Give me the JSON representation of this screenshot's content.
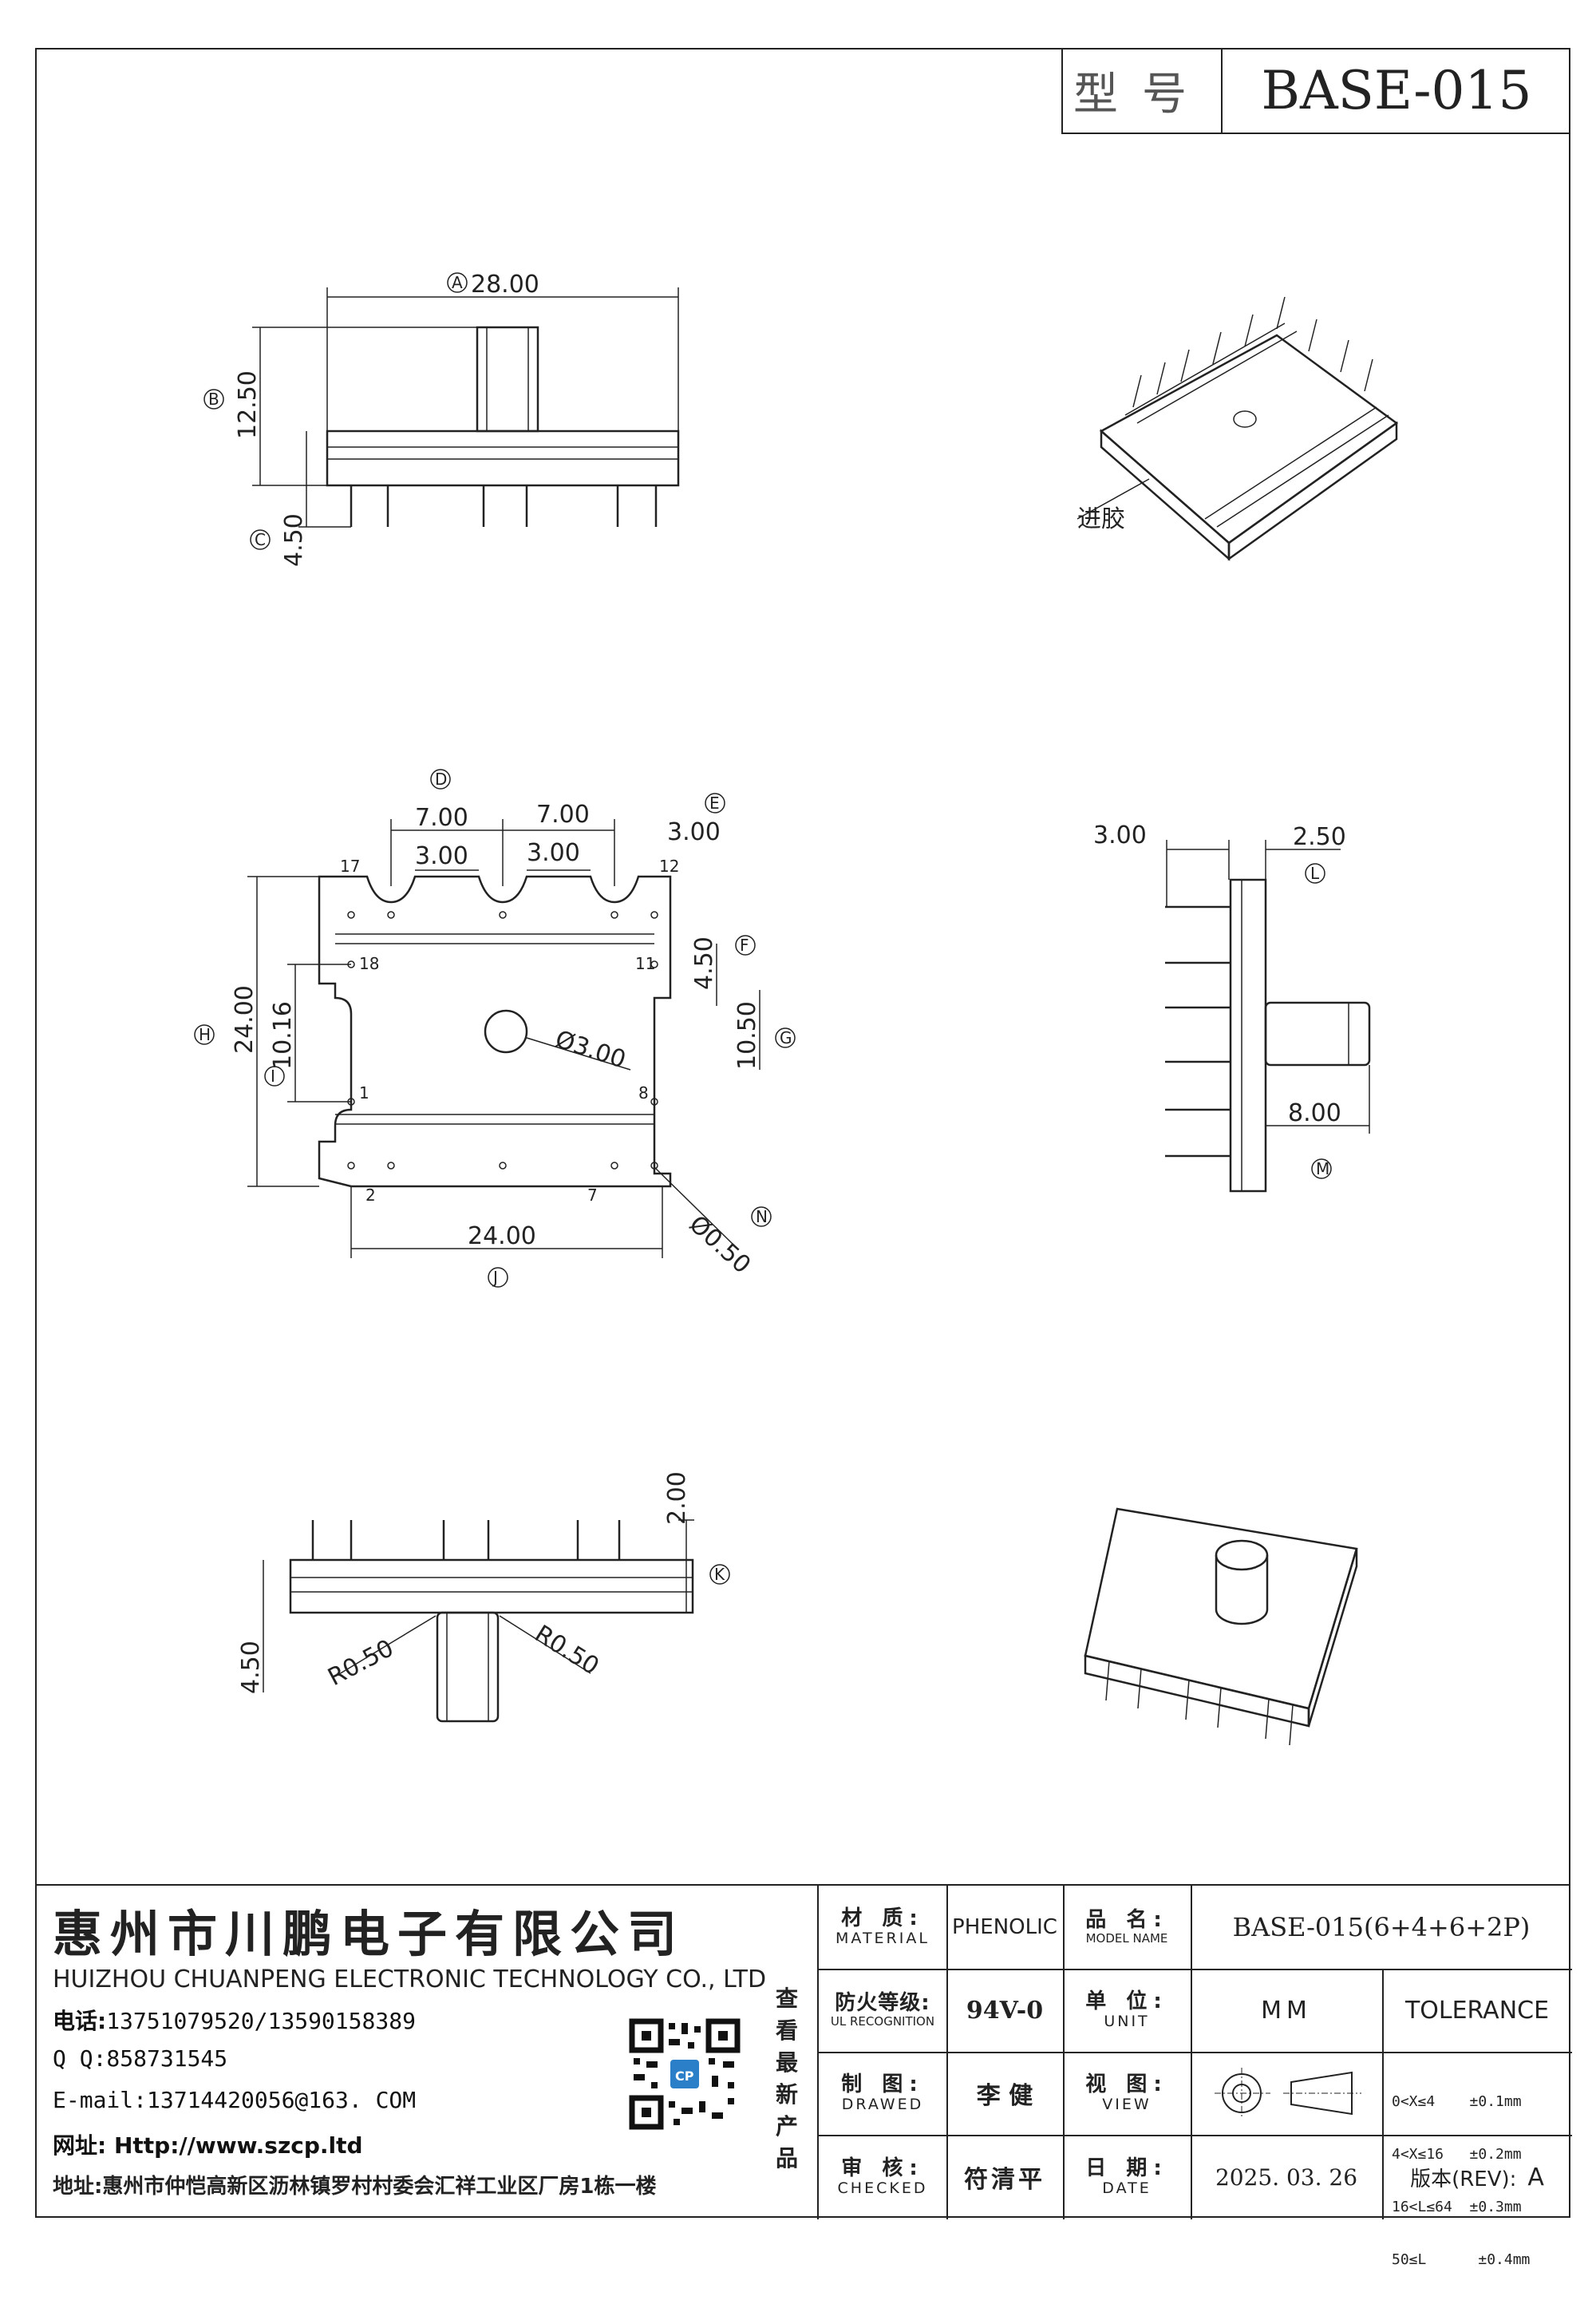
{
  "title_block": {
    "model_label": "型号",
    "model_value": "BASE-015"
  },
  "annotations": {
    "gate_label": "进胶"
  },
  "dimensions": {
    "front_width": "28.00",
    "front_height": "12.50",
    "pin_length": "4.50",
    "pitch_1": "7.00",
    "pitch_2": "7.00",
    "slot_1": "3.00",
    "slot_2": "3.00",
    "slot_3": "3.00",
    "height": "24.00",
    "inner_span": "10.16",
    "center_hole": "Ø3.00",
    "side_pin_span": "4.50",
    "side_span": "10.50",
    "bottom_width": "24.00",
    "pin_hole": "Ø0.50",
    "side_offset": "3.00",
    "side_thickness": "2.50",
    "post_length": "8.00",
    "bottom_pin_height": "2.00",
    "bottom_pin_length": "4.50",
    "radius_left": "R0.50",
    "radius_right": "R0.50"
  },
  "markers": [
    "A",
    "B",
    "C",
    "D",
    "E",
    "F",
    "G",
    "H",
    "I",
    "J",
    "K",
    "L",
    "M",
    "N"
  ],
  "pin_numbers": [
    "17",
    "12",
    "18",
    "11",
    "1",
    "8",
    "2",
    "7"
  ],
  "company": {
    "name_cn": "惠州市川鹏电子有限公司",
    "name_en": "HUIZHOU CHUANPENG ELECTRONIC TECHNOLOGY CO., LTD",
    "phone_label": "电话:",
    "phone": "13751079520/13590158389",
    "qq": "Q Q:858731545",
    "email": "E-mail:13714420056@163. COM",
    "web_label": "网址:",
    "web": " Http://www.szcp.ltd",
    "address_label": "地址:",
    "address": "惠州市仲恺高新区沥林镇罗村村委会汇祥工业区厂房1栋一楼",
    "qr_note": "查看最新产品"
  },
  "spec_table": {
    "material_cn": "材 质:",
    "material_en": "MATERIAL",
    "material_value": "PHENOLIC",
    "model_cn": "品 名:",
    "model_en": "MODEL NAME",
    "model_value": "BASE-015(6+4+6+2P)",
    "fire_cn": "防火等级:",
    "fire_en": "UL RECOGNITION",
    "fire_value": "94V-0",
    "unit_cn": "单 位:",
    "unit_en": "UNIT",
    "unit_value": "MM",
    "tolerance_label": "TOLERANCE",
    "drawn_cn": "制 图:",
    "drawn_en": "DRAWED",
    "drawn_value": "李 健",
    "view_cn": "视 图:",
    "view_en": "VIEW",
    "tolerances": [
      "0<X≤4    ±0.1mm",
      "4<X≤16   ±0.2mm",
      "16<L≤64  ±0.3mm",
      "50≤L      ±0.4mm"
    ],
    "checked_cn": "审 核:",
    "checked_en": "CHECKED",
    "checked_value": "符清平",
    "date_cn": "日 期:",
    "date_en": "DATE",
    "date_value": "2025. 03. 26",
    "rev_label": "版本(REV):",
    "rev_value": "A"
  }
}
